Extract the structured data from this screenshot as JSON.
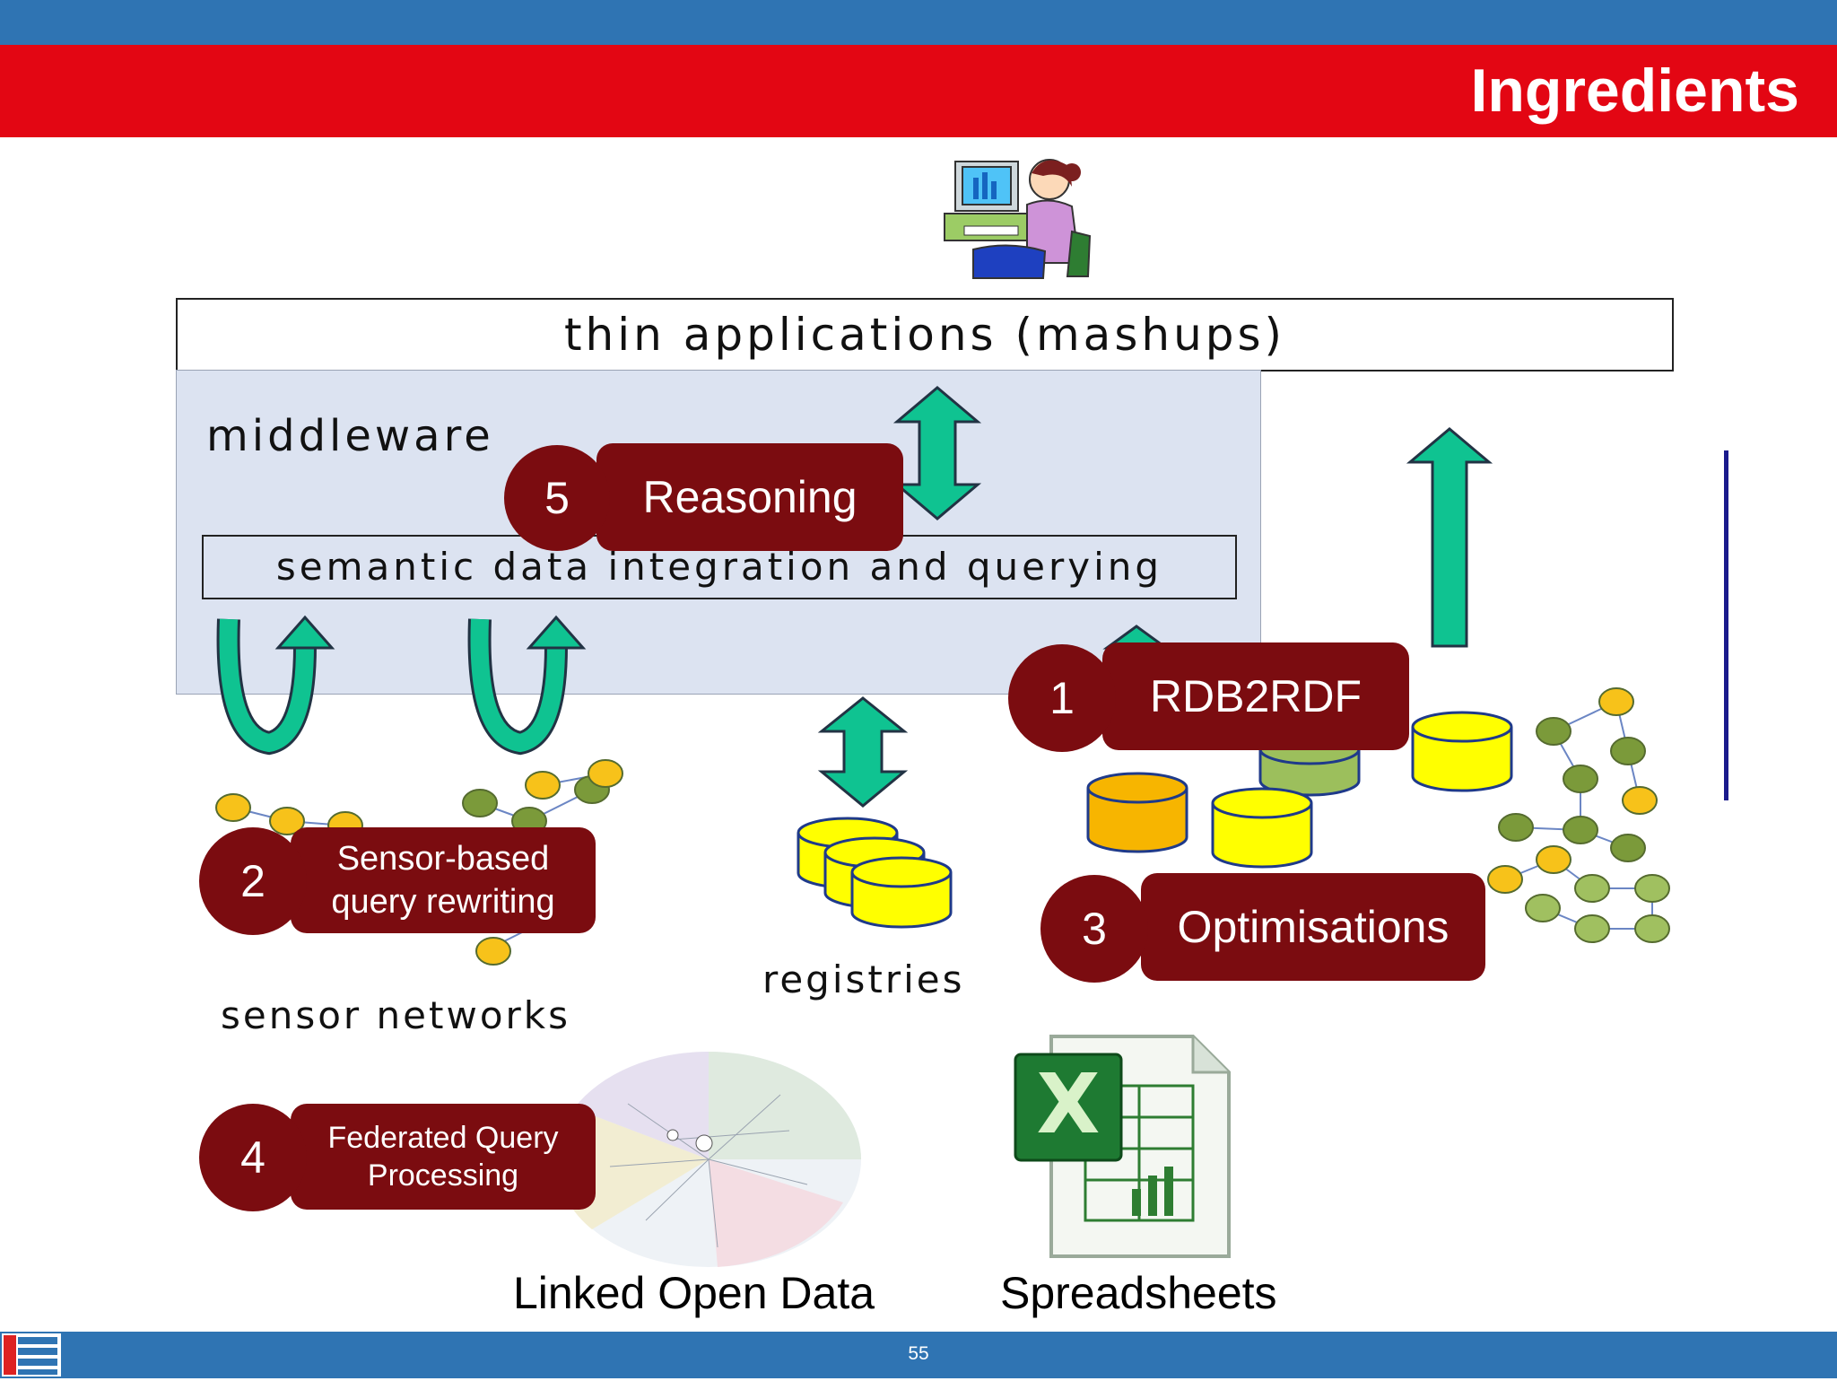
{
  "header": {
    "title": "Ingredients"
  },
  "footer": {
    "page_number": "55"
  },
  "layers": {
    "applications": "thin applications (mashups)",
    "middleware": "middleware",
    "integration": "semantic data integration and querying"
  },
  "sources": {
    "sensor_networks": "sensor networks",
    "registries": "registries",
    "linked_open_data": "Linked Open Data",
    "spreadsheets": "Spreadsheets"
  },
  "badges": [
    {
      "number": "5",
      "label": "Reasoning"
    },
    {
      "number": "1",
      "label": "RDB2RDF"
    },
    {
      "number": "2",
      "label_line1": "Sensor-based",
      "label_line2": "query rewriting"
    },
    {
      "number": "3",
      "label": "Optimisations"
    },
    {
      "number": "4",
      "label_line1": "Federated Query",
      "label_line2": "Processing"
    }
  ],
  "colors": {
    "top_bar": "#2f74b3",
    "title_bar": "#e30613",
    "badge": "#7b0c10",
    "middleware_fill": "#dce3f1",
    "arrow": "#0fc391",
    "database": "#ffff00"
  }
}
